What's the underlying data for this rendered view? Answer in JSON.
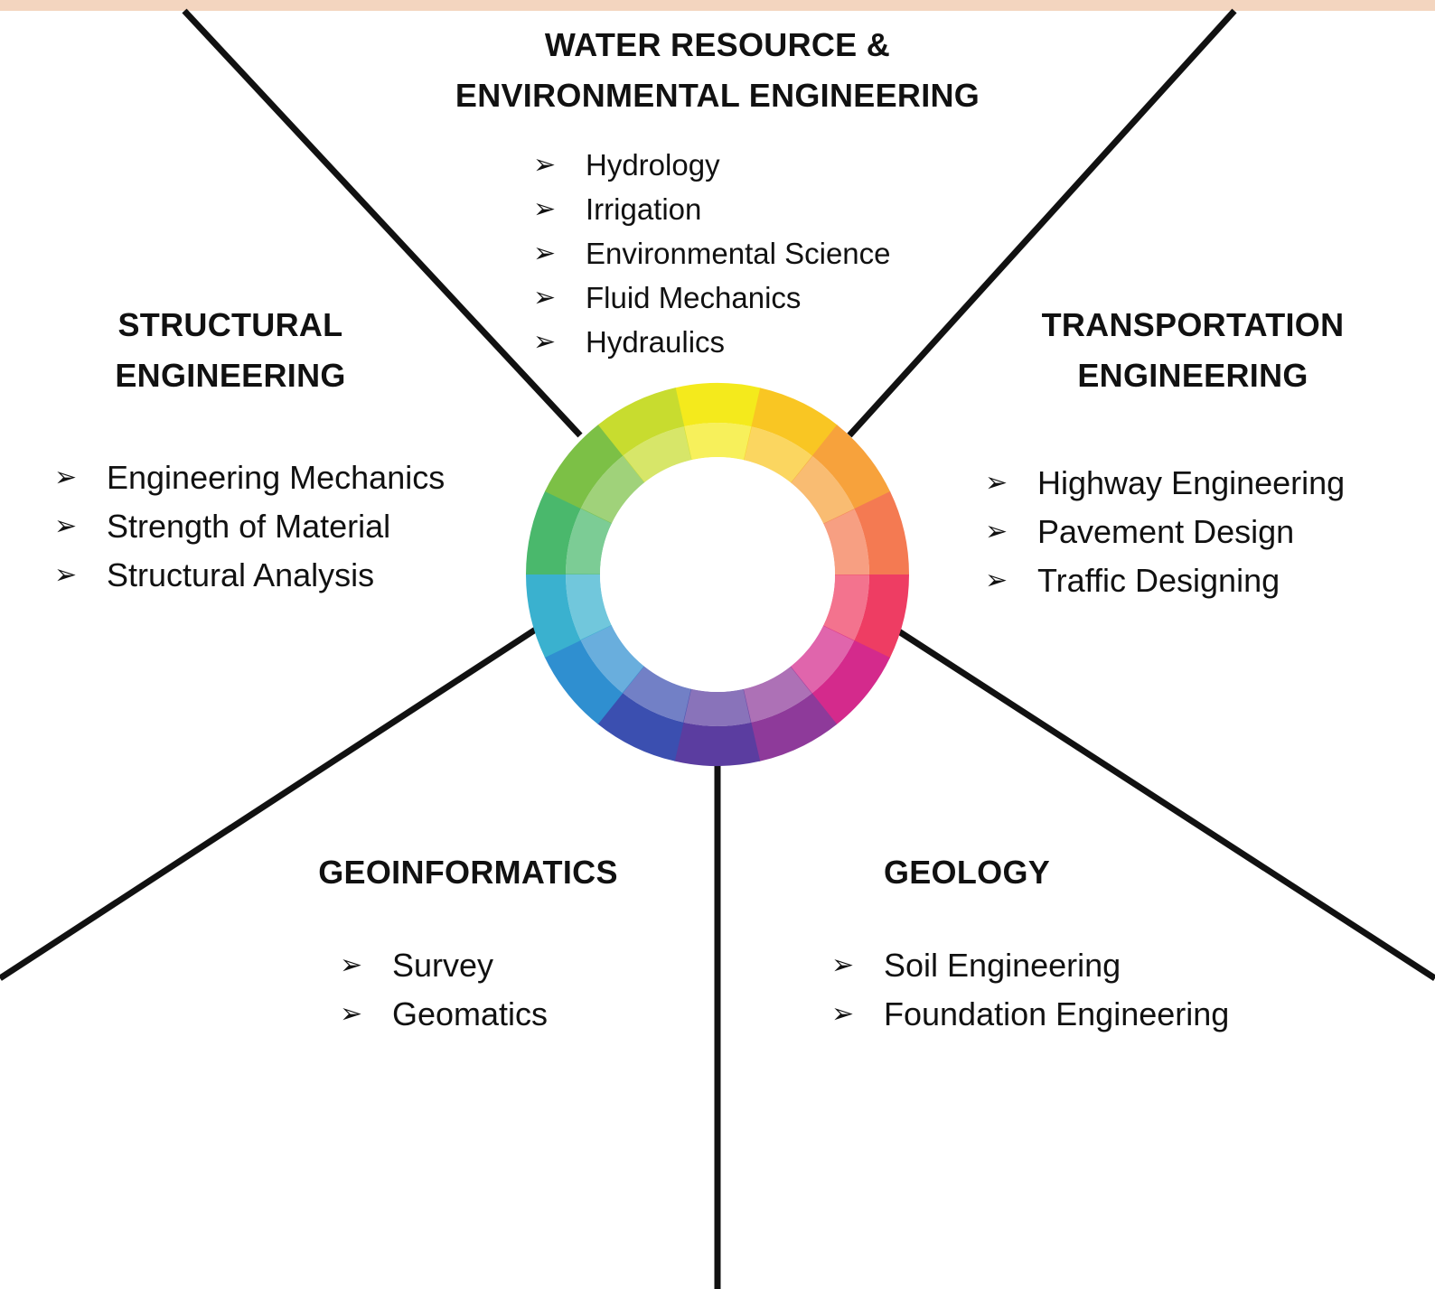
{
  "colors": {
    "top_band": "#f3d5bf",
    "lines": "#111111",
    "text": "#111111",
    "bullet_icon": "arrowhead-bullet-icon",
    "wheel_icon": "color-wheel-icon"
  },
  "wheel_colors": [
    "#f4ea1c",
    "#f9c623",
    "#f7a23c",
    "#f47a52",
    "#ee3d63",
    "#d42a8c",
    "#8e3a9a",
    "#5b3da0",
    "#3b4fb0",
    "#2f8fd0",
    "#3ab1cf",
    "#4ab86c",
    "#7cc046",
    "#c8dc2f"
  ],
  "branches": [
    {
      "id": "water",
      "heading": [
        "WATER RESOURCE &",
        "ENVIRONMENTAL ENGINEERING"
      ],
      "items": [
        "Hydrology",
        "Irrigation",
        "Environmental Science",
        "Fluid Mechanics",
        "Hydraulics"
      ]
    },
    {
      "id": "structural",
      "heading": [
        "STRUCTURAL",
        "ENGINEERING"
      ],
      "items": [
        "Engineering Mechanics",
        "Strength of Material",
        "Structural Analysis"
      ]
    },
    {
      "id": "transportation",
      "heading": [
        "TRANSPORTATION",
        "ENGINEERING"
      ],
      "items": [
        "Highway Engineering",
        "Pavement Design",
        "Traffic Designing"
      ]
    },
    {
      "id": "geoinformatics",
      "heading": [
        "GEOINFORMATICS"
      ],
      "items": [
        "Survey",
        "Geomatics"
      ]
    },
    {
      "id": "geology",
      "heading": [
        "GEOLOGY"
      ],
      "items": [
        "Soil Engineering",
        "Foundation Engineering"
      ]
    }
  ]
}
